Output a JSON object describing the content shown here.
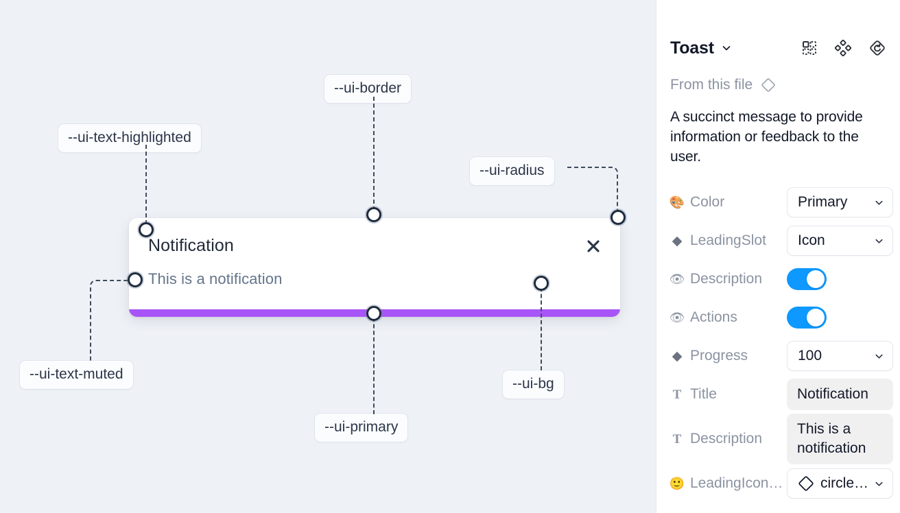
{
  "canvas": {
    "background": "#eef1f6",
    "toast": {
      "title": "Notification",
      "description": "This is a notification",
      "close_icon": "close-icon",
      "progress_color": "#a855f7",
      "background": "#ffffff"
    },
    "annotations": [
      {
        "id": "ui-text-highlighted",
        "label": "--ui-text-highlighted"
      },
      {
        "id": "ui-border",
        "label": "--ui-border"
      },
      {
        "id": "ui-radius",
        "label": "--ui-radius"
      },
      {
        "id": "ui-text-muted",
        "label": "--ui-text-muted"
      },
      {
        "id": "ui-primary",
        "label": "--ui-primary"
      },
      {
        "id": "ui-bg",
        "label": "--ui-bg"
      }
    ]
  },
  "panel": {
    "title": "Toast",
    "from_file_label": "From this file",
    "description": "A succinct message to provide information or feedback to the user.",
    "header_icons": [
      {
        "name": "component-grid-icon"
      },
      {
        "name": "variants-diamond-icon"
      },
      {
        "name": "reset-instance-icon"
      }
    ],
    "properties": [
      {
        "name": "Color",
        "glyph": "palette",
        "control": "select",
        "value": "Primary"
      },
      {
        "name": "LeadingSlot",
        "glyph": "diamond",
        "control": "select",
        "value": "Icon"
      },
      {
        "name": "Description",
        "glyph": "eye",
        "control": "toggle",
        "value": "on"
      },
      {
        "name": "Actions",
        "glyph": "eye",
        "control": "toggle",
        "value": "on"
      },
      {
        "name": "Progress",
        "glyph": "diamond",
        "control": "select",
        "value": "100"
      },
      {
        "name": "Title",
        "glyph": "text",
        "control": "text",
        "value": "Notification"
      },
      {
        "name": "Description",
        "glyph": "text",
        "control": "text",
        "value": "This is a notification"
      },
      {
        "name": "LeadingIcon…",
        "glyph": "emoji",
        "control": "icon-select",
        "value": "circle…"
      }
    ],
    "colors": {
      "toggle_on": "#0d99ff",
      "field_bg": "#f0f0f1",
      "muted_text": "#8b93a1"
    }
  }
}
